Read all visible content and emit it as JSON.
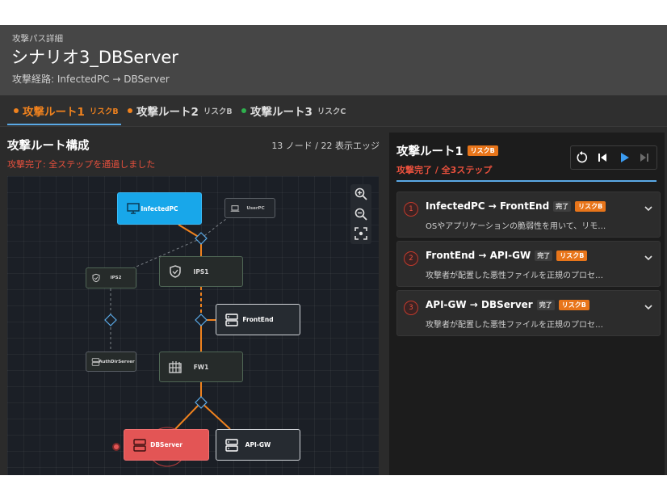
{
  "header": {
    "small_label": "攻撃パス詳細",
    "title": "シナリオ3_DBServer",
    "route": "攻撃経路: InfectedPC → DBServer"
  },
  "tabs": [
    {
      "label": "攻撃ルート1",
      "risk": "リスクB",
      "dot_color": "#f0821e",
      "active": true
    },
    {
      "label": "攻撃ルート2",
      "risk": "リスクB",
      "dot_color": "#f0821e",
      "active": false
    },
    {
      "label": "攻撃ルート3",
      "risk": "リスクC",
      "dot_color": "#2fb14e",
      "active": false
    }
  ],
  "left_panel": {
    "title": "攻撃ルート構成",
    "count": "13 ノード / 22 表示エッジ",
    "status": "攻撃完了: 全ステップを通過しました"
  },
  "graph": {
    "nodes": {
      "infected_pc": {
        "label": "InfectedPC",
        "icon": "monitor-icon"
      },
      "user_pc": {
        "label": "UserPC",
        "icon": "laptop-icon"
      },
      "ips2": {
        "label": "IPS2",
        "icon": "shield-icon"
      },
      "ips1": {
        "label": "IPS1",
        "icon": "shield-icon"
      },
      "frontend": {
        "label": "FrontEnd",
        "icon": "server-icon"
      },
      "auth_dir": {
        "label": "AuthDirServer",
        "icon": "server-icon"
      },
      "fw1": {
        "label": "FW1",
        "icon": "firewall-icon"
      },
      "dbserver": {
        "label": "DBServer",
        "icon": "server-icon"
      },
      "apigw": {
        "label": "API-GW",
        "icon": "server-icon"
      }
    },
    "tools": [
      "zoom-in-icon",
      "zoom-out-icon",
      "fit-screen-icon"
    ]
  },
  "right_panel": {
    "title": "攻撃ルート1",
    "risk": "リスクB",
    "status": "攻撃完了 / 全3ステップ",
    "controls": [
      "reset-icon",
      "skip-back-icon",
      "play-icon",
      "skip-forward-icon"
    ],
    "steps": [
      {
        "num": "1",
        "title": "InfectedPC → FrontEnd",
        "state": "完了",
        "risk": "リスクB",
        "desc": "OSやアプリケーションの脆弱性を用いて、リモ…"
      },
      {
        "num": "2",
        "title": "FrontEnd → API-GW",
        "state": "完了",
        "risk": "リスクB",
        "desc": "攻撃者が配置した悪性ファイルを正規のプロセ…"
      },
      {
        "num": "3",
        "title": "API-GW → DBServer",
        "state": "完了",
        "risk": "リスクB",
        "desc": "攻撃者が配置した悪性ファイルを正規のプロセ…"
      }
    ]
  },
  "colors": {
    "accent_orange": "#f0821e",
    "risk_badge": "#e8751a",
    "status_red": "#e8503d",
    "tab_underline": "#5aa9e6",
    "node_source": "#18a7ea",
    "node_target": "#e35555"
  }
}
